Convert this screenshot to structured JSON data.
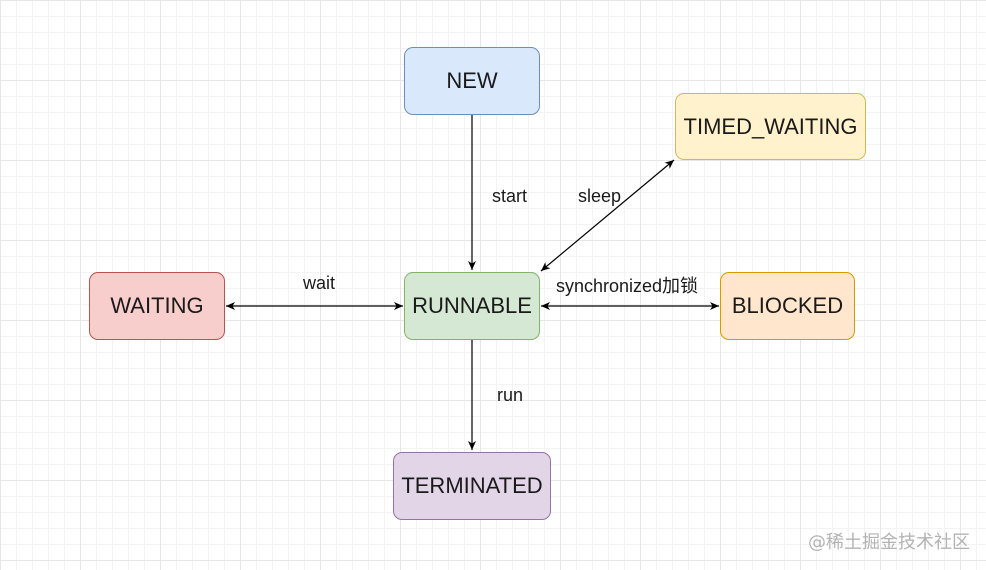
{
  "colors": {
    "new": {
      "fill": "#dae8fc",
      "stroke": "#6c8ebf"
    },
    "timed": {
      "fill": "#fff2cc",
      "stroke": "#d6b656"
    },
    "waiting": {
      "fill": "#f8cecc",
      "stroke": "#b85450"
    },
    "runnable": {
      "fill": "#d5e8d4",
      "stroke": "#82b366"
    },
    "blocked": {
      "fill": "#ffe6cc",
      "stroke": "#d79b00"
    },
    "terminated": {
      "fill": "#e1d5e7",
      "stroke": "#9673a6"
    },
    "edge": "#000000"
  },
  "nodes": {
    "new": "NEW",
    "timed_waiting": "TIMED_WAITING",
    "waiting": "WAITING",
    "runnable": "RUNNABLE",
    "blocked": "BLIOCKED",
    "terminated": "TERMINATED"
  },
  "edges": {
    "start": "start",
    "sleep": "sleep",
    "wait": "wait",
    "synchronized": "synchronized加锁",
    "run": "run"
  },
  "watermark": "@稀土掘金技术社区"
}
